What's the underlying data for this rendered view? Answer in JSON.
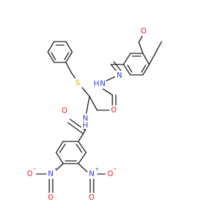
{
  "colors": {
    "background": "#ffffff",
    "bond": "#1a1a1a",
    "carbon_text": "#1a1a1a",
    "oxygen": "#e8191c",
    "nitrogen": "#2b38e8",
    "sulfur": "#c8a800"
  },
  "labels": {
    "methoxy_O": "O",
    "hydrazone_N1": "N",
    "hydrazone_N2": "N",
    "hydrazone_H": "H",
    "sulfur": "S",
    "hydrazide_O": "O",
    "amide_N": "N",
    "amide_H": "H",
    "amide_O": "O",
    "nitro_left_N": "N",
    "nitro_left_plus": "+",
    "nitro_left_O_single": "O",
    "nitro_left_minus": "−",
    "nitro_left_O_double": "O",
    "nitro_right_N": "N",
    "nitro_right_plus": "+",
    "nitro_right_O_single": "O",
    "nitro_right_minus": "−",
    "nitro_right_O_double": "O"
  }
}
